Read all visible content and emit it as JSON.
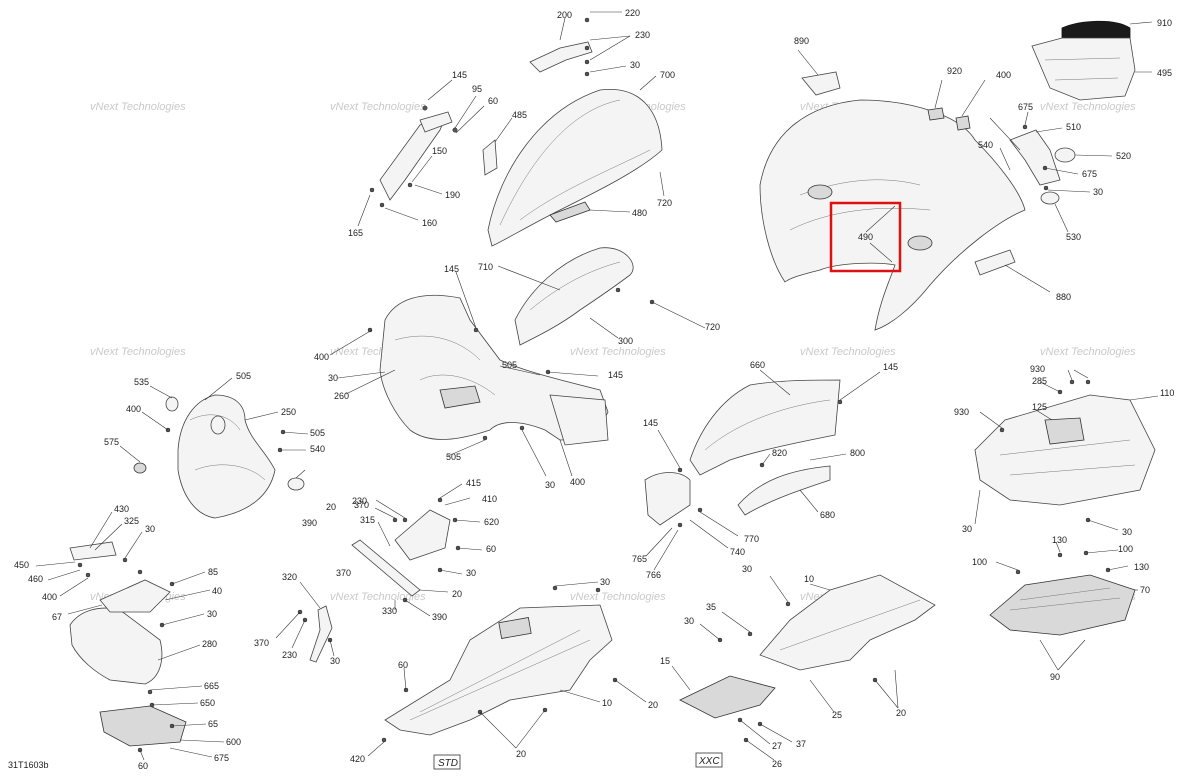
{
  "diagram": {
    "document_code": "31T1603b",
    "highlight_label": "490",
    "watermark_text": "vNext Technologies",
    "variant_tags": [
      "STD",
      "XXC"
    ],
    "callouts": [
      "220",
      "200",
      "230",
      "30",
      "700",
      "145",
      "95",
      "60",
      "485",
      "160",
      "150",
      "190",
      "165",
      "720",
      "480",
      "890",
      "920",
      "400",
      "910",
      "495",
      "675",
      "510",
      "540",
      "520",
      "30",
      "675",
      "530",
      "490",
      "880",
      "145",
      "710",
      "720",
      "400",
      "30",
      "505",
      "260",
      "145",
      "300",
      "535",
      "505",
      "400",
      "250",
      "505",
      "540",
      "575",
      "30",
      "400",
      "660",
      "145",
      "145",
      "800",
      "820",
      "680",
      "930",
      "285",
      "125",
      "110",
      "930",
      "370",
      "415",
      "410",
      "230",
      "620",
      "315",
      "20",
      "60",
      "370",
      "30",
      "20",
      "390",
      "330",
      "390",
      "430",
      "325",
      "30",
      "450",
      "460",
      "400",
      "67",
      "85",
      "40",
      "30",
      "280",
      "665",
      "650",
      "65",
      "600",
      "675",
      "60",
      "320",
      "370",
      "230",
      "30",
      "30",
      "60",
      "20",
      "10",
      "420",
      "20",
      "765",
      "766",
      "740",
      "770",
      "30",
      "10",
      "35",
      "30",
      "15",
      "25",
      "20",
      "27",
      "37",
      "26",
      "30",
      "30",
      "130",
      "100",
      "100",
      "130",
      "70",
      "90"
    ]
  }
}
